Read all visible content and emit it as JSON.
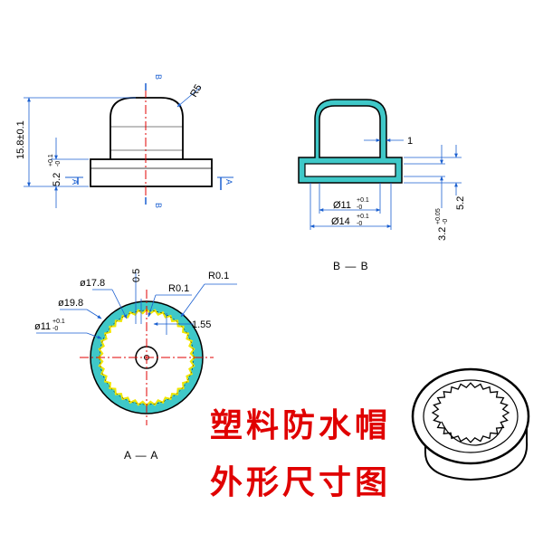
{
  "title_line1": "塑料防水帽",
  "title_line2": "外形尺寸图",
  "front_view": {
    "height_dim": "15.8±0.1",
    "radius_label": "R5",
    "flange_dim": "5.2",
    "flange_tol_upper": "+0.1",
    "flange_tol_lower": "-0",
    "section_b": "B",
    "section_a": "A"
  },
  "section_b_view": {
    "wall_dim": "1",
    "height_dim": "5.2",
    "inner_height_dim": "3.2",
    "inner_height_tol_upper": "+0.05",
    "inner_height_tol_lower": "-0",
    "inner_dia": "Ø11",
    "inner_dia_tol_upper": "+0.1",
    "inner_dia_tol_lower": "-0",
    "outer_dia": "Ø14",
    "outer_dia_tol_upper": "+0.1",
    "outer_dia_tol_lower": "-0",
    "caption": "B — B"
  },
  "section_a_view": {
    "dia_178": "ø17.8",
    "dia_198": "ø19.8",
    "dia_11": "ø11",
    "dia_11_tol_upper": "+0.1",
    "dia_11_tol_lower": "-0",
    "dim_05": "0.5",
    "r01_a": "R0.1",
    "r01_b": "R0.1",
    "dim_155": "1.55",
    "caption": "A — A"
  },
  "colors": {
    "outline": "#000000",
    "dimension": "#1a5fd0",
    "center_line": "#e00000",
    "fill_cyan": "#3fc8c8",
    "gear_yellow": "#f2e600",
    "title_red": "#e00000"
  }
}
